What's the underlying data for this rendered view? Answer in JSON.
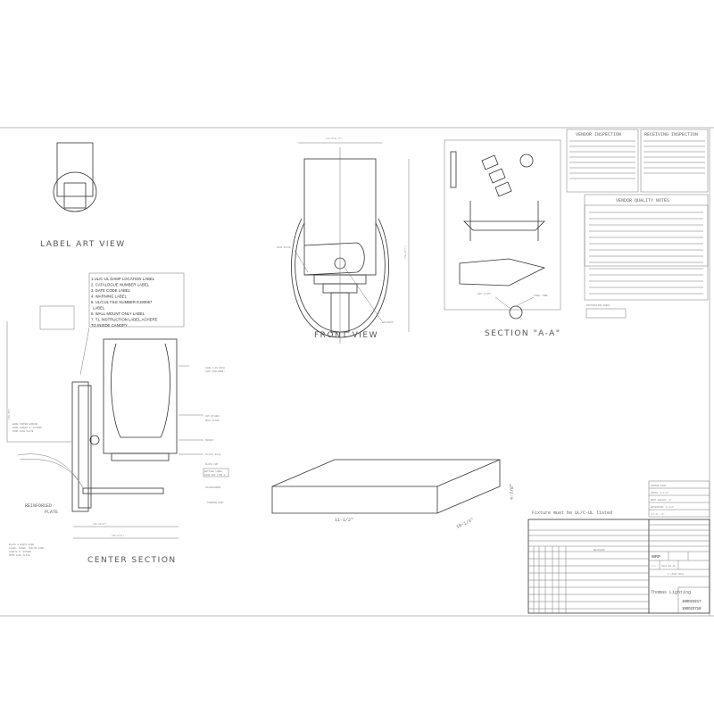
{
  "views": {
    "label_art": "LABEL ART VIEW",
    "front": "FRONT VIEW",
    "center": "CENTER SECTION",
    "section": "SECTION \"A-A\""
  },
  "front_view": {
    "width_dim": "(14-3/4+ 3\")",
    "height_dim": "(10-3/4\")",
    "face_plate": "FACE PLATE",
    "ballnuts": "BALLNUTS"
  },
  "label_notes": [
    "1.UL/C-UL DAMP LOCATION LABEL",
    "2. CATALOGUE NUMBER LABEL",
    "3. DATE CODE LABEL",
    "4. WARNING LABEL",
    "5. UL/CUL FILE NUMBER E180067",
    "   LABEL",
    "6. WALL MOUNT ONLY LABEL",
    "7. T.L INSTRUCTION LABEL,ACHERE",
    "TO INSIDE CANOPY"
  ],
  "center_section": {
    "height_dim": "(26.25\")",
    "callouts": [
      "100W A-19 BULB",
      "(NOT INCLUDED)",
      "A95 ETCHED",
      "OPAL GLASS",
      "SOCKET",
      "Socket Ring",
      "PLATE CUP",
      "WATTAGE LABEL",
      "100W MAX TYPE A",
      "LOCKWASHERS",
      "TURNSON PART"
    ],
    "ground_wire": [
      "BARE COPPER GROUND",
      "WIRE LENGTH 6\" EXTEND",
      "FROM FACE PLATE"
    ],
    "reinforced": [
      "REINFORCED",
      "PLATE"
    ],
    "lead_wire": [
      "BLACK & WHITE WIRE",
      "18AWG, 18AWG, TEFLON WIRE,",
      "LENGTH 6\" EXTEND",
      "FROM FACE PLATE"
    ],
    "dim_a": "(95-13/4\")",
    "dim_b": "(95-9/4\")"
  },
  "section_aa": {
    "left_label": "A95 (A/2P)",
    "right_label": "STEEL TUBE"
  },
  "box": {
    "length": "11-1/2\"",
    "width": "10-1/4\"",
    "height": "4-7/8\""
  },
  "inspection": {
    "vendor_title": "VENDOR INSPECTION",
    "receiving_title": "RECEIVING INSPECTION",
    "quality_title": "VENDOR QUALITY NOTES",
    "instruction_title": "INSTRUCTION SHEET"
  },
  "listing_note": "Fixture must be UL/C-UL listed",
  "title_block": {
    "carton": "CARTON SIZE",
    "carton_rows": [
      "WIDTH: 4-1/2\"",
      "BODY HEIGHT: 8\"",
      "EXTENSION: 9-1/2\"",
      "U.C.D.: 0\""
    ],
    "revision_header": "REVISION",
    "catalog": "WRP",
    "scale": "1:1",
    "date": "2011.06.15",
    "name": "1 LIGHT WALL",
    "company": "Thomas Lighting",
    "part_numbers": [
      "190023217",
      "190023718"
    ]
  }
}
